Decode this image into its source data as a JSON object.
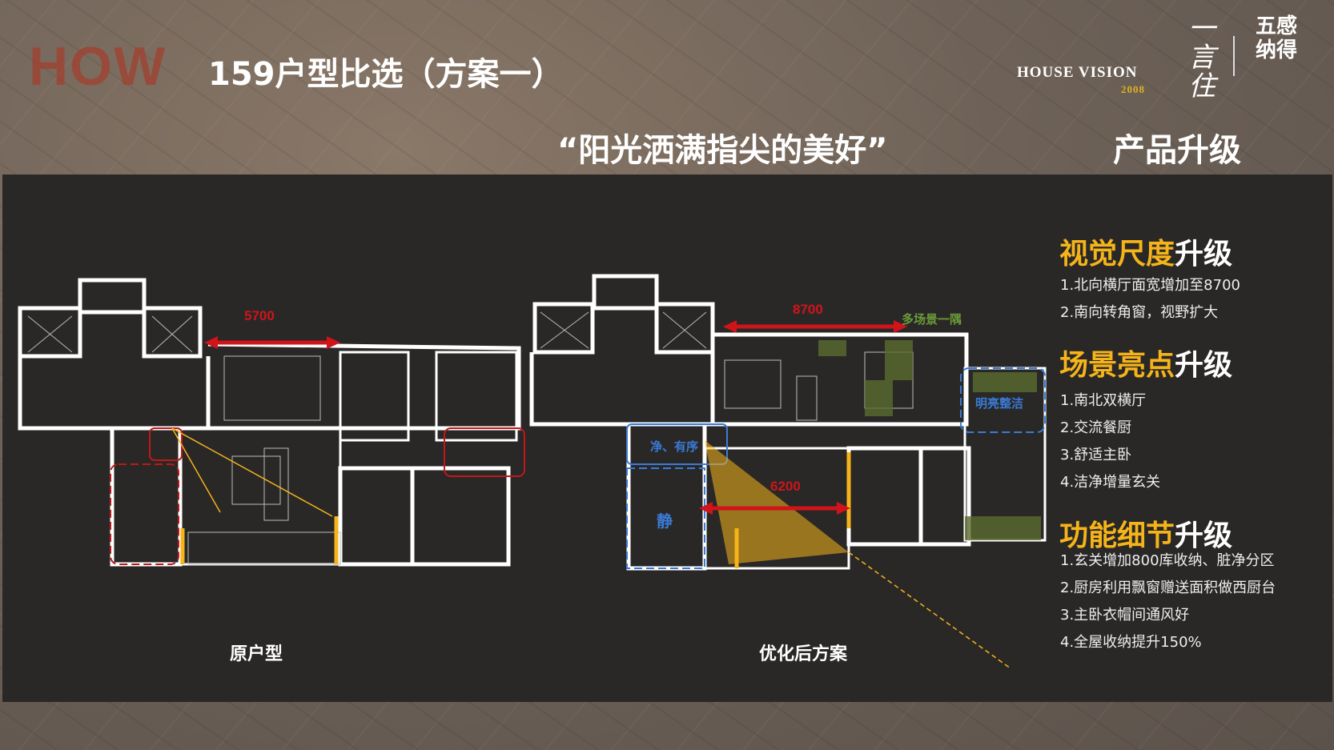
{
  "header": {
    "watermark": "HOW",
    "title": "159户型比选（方案一）",
    "quote": "“阳光洒满指尖的美好”",
    "section": "产品升级"
  },
  "logo": {
    "brand_en": "HOUSE VISION",
    "year": "2008",
    "brand_cn": "一言住",
    "partner_cn": "五感纳得"
  },
  "plans": {
    "original": {
      "caption": "原户型",
      "dimension": "5700"
    },
    "optimized": {
      "caption": "优化后方案",
      "dimension_north": "8700",
      "dimension_south": "6200",
      "tag_scene": "多场景一隅",
      "tag_entry": "净、有序",
      "tag_quiet": "静",
      "tag_bright": "明亮整洁"
    }
  },
  "features": [
    {
      "highlight": "视觉尺度",
      "suffix": "升级",
      "items": [
        "1.北向横厅面宽增加至8700",
        "2.南向转角窗，视野扩大"
      ]
    },
    {
      "highlight": "场景亮点",
      "suffix": "升级",
      "items": [
        "1.南北双横厅",
        "2.交流餐厨",
        "3.舒适主卧",
        "4.洁净增量玄关"
      ]
    },
    {
      "highlight": "功能细节",
      "suffix": "升级",
      "items": [
        "1.玄关增加800库收纳、脏净分区",
        "2.厨房利用飘窗赠送面积做西厨台",
        "3.主卧衣帽间通风好",
        "4.全屋收纳提升150%"
      ]
    }
  ],
  "colors": {
    "accent": "#f5b41a",
    "dimension": "#d0141a",
    "tag_blue": "#3a7bd5",
    "tag_green": "#6a9a3a",
    "panel": "#2a2827"
  }
}
